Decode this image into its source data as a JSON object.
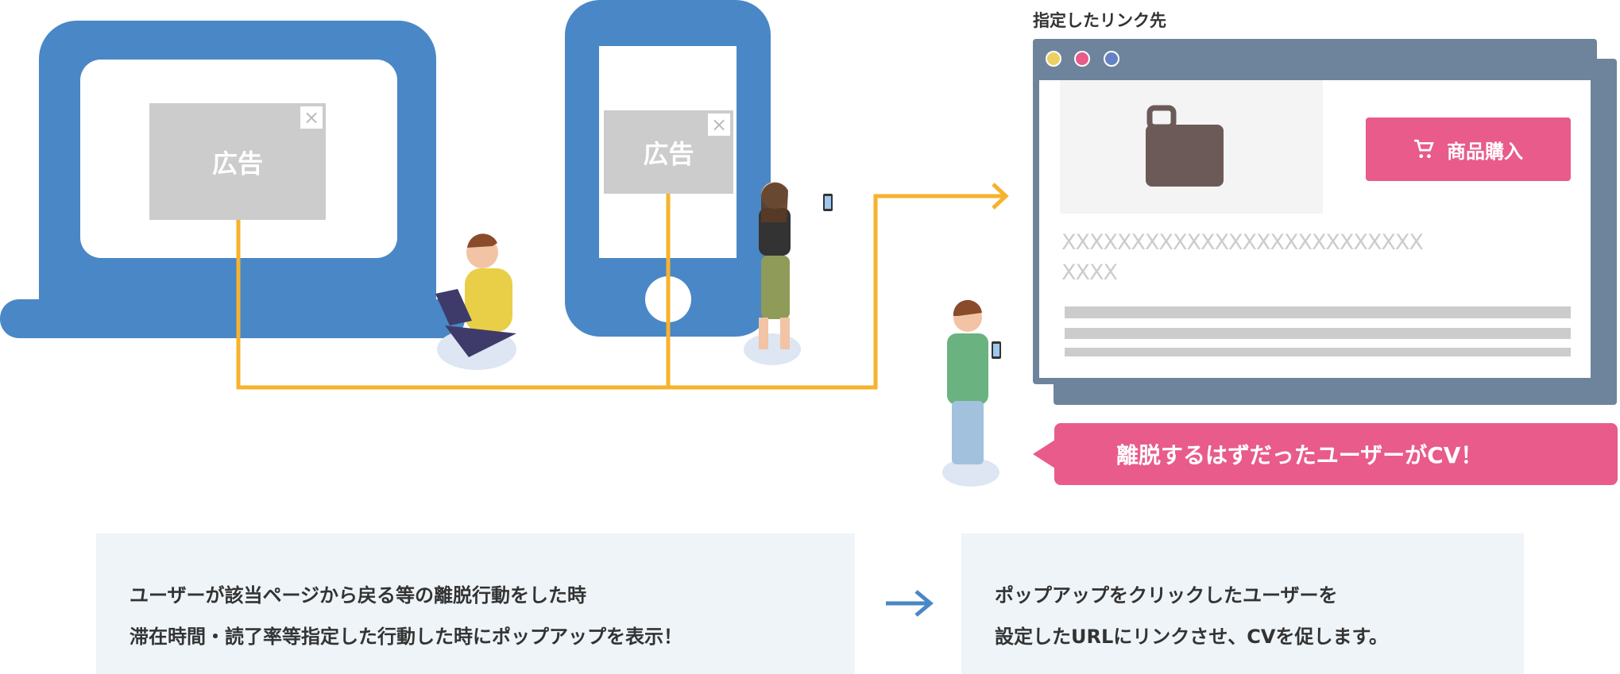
{
  "laptop_ad": {
    "label": "広告",
    "close": "×"
  },
  "phone_ad": {
    "label": "広告",
    "close": "×"
  },
  "destination": {
    "title": "指定したリンク先",
    "buy_button": {
      "icon": "cart-icon",
      "label": "商品購入"
    },
    "placeholder_line1": "XXXXXXXXXXXXXXXXXXXXXXXXXX",
    "placeholder_line2": "XXXX",
    "dot_colors": [
      "#ecd064",
      "#e85b8b",
      "#6582c4"
    ]
  },
  "callout": "離脱するはずだったユーザーがCV！",
  "steps": [
    {
      "lines": [
        "ユーザーが該当ページから戻る等の離脱行動をした時",
        "滞在時間・読了率等指定した行動した時にポップアップを表示！"
      ]
    },
    {
      "lines": [
        "ポップアップをクリックしたユーザーを",
        "設定したURLにリンクさせ、CVを促します。"
      ]
    }
  ],
  "colors": {
    "device": "#4a87c6",
    "flow": "#f7b22d",
    "accent": "#e85b8b",
    "browser": "#6e849c"
  }
}
